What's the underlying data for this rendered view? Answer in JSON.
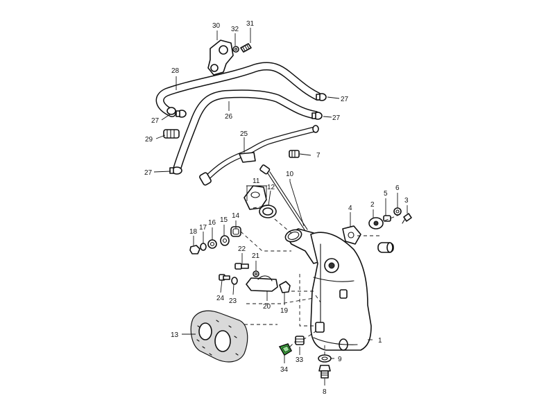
{
  "diagram": {
    "highlight_color": "#3cb43c",
    "highlighted_part": "34",
    "callouts": {
      "p1": "1",
      "p2": "2",
      "p3": "3",
      "p4": "4",
      "p5": "5",
      "p6": "6",
      "p7": "7",
      "p8": "8",
      "p9": "9",
      "p10": "10",
      "p11": "11",
      "p12": "12",
      "p13": "13",
      "p14": "14",
      "p15": "15",
      "p16": "16",
      "p17": "17",
      "p18": "18",
      "p19": "19",
      "p20": "20",
      "p21": "21",
      "p22": "22",
      "p23": "23",
      "p24": "24",
      "p25": "25",
      "p26": "26",
      "p27a": "27",
      "p27b": "27",
      "p27c": "27",
      "p27d": "27",
      "p28": "28",
      "p29": "29",
      "p30": "30",
      "p31": "31",
      "p32": "32",
      "p33": "33",
      "p34": "34"
    }
  }
}
